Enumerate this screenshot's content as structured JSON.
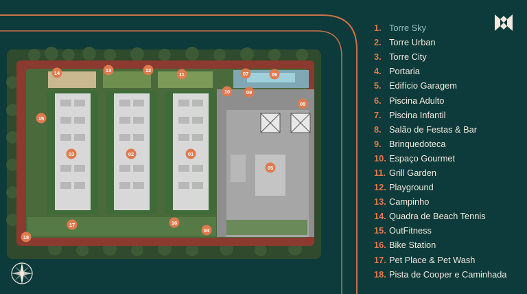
{
  "legend": [
    {
      "num": "1.",
      "label": "Torre Sky",
      "active": true
    },
    {
      "num": "2.",
      "label": "Torre Urban"
    },
    {
      "num": "3.",
      "label": "Torre City"
    },
    {
      "num": "4.",
      "label": "Portaria"
    },
    {
      "num": "5.",
      "label": "Edifício Garagem"
    },
    {
      "num": "6.",
      "label": "Piscina Adulto"
    },
    {
      "num": "7.",
      "label": "Piscina Infantil"
    },
    {
      "num": "8.",
      "label": "Salão de Festas & Bar"
    },
    {
      "num": "9.",
      "label": "Brinquedoteca"
    },
    {
      "num": "10.",
      "label": "Espaço Gourmet"
    },
    {
      "num": "11.",
      "label": "Grill Garden"
    },
    {
      "num": "12.",
      "label": "Playground"
    },
    {
      "num": "13.",
      "label": "Campinho"
    },
    {
      "num": "14.",
      "label": "Quadra de Beach Tennis"
    },
    {
      "num": "15.",
      "label": "OutFitness"
    },
    {
      "num": "16.",
      "label": "Bike Station"
    },
    {
      "num": "17.",
      "label": "Pet Place & Pet Wash"
    },
    {
      "num": "18.",
      "label": "Pista de Cooper e Caminhada"
    }
  ],
  "markers": {
    "m01": "01",
    "m02": "02",
    "m03": "03",
    "m04": "04",
    "m05": "05",
    "m06": "06",
    "m07": "07",
    "m08": "08",
    "m09": "09",
    "m10": "10",
    "m11": "11",
    "m12": "12",
    "m13": "13",
    "m14": "14",
    "m15": "15",
    "m16": "16",
    "m17": "17",
    "m18": "18"
  },
  "colors": {
    "background": "#0d3a3a",
    "accent": "#e07a4e",
    "highlight": "#8fc0be",
    "text": "#f1e9de"
  },
  "icons": {
    "logo": "brand-logo-icon",
    "compass": "compass-rose-icon"
  }
}
